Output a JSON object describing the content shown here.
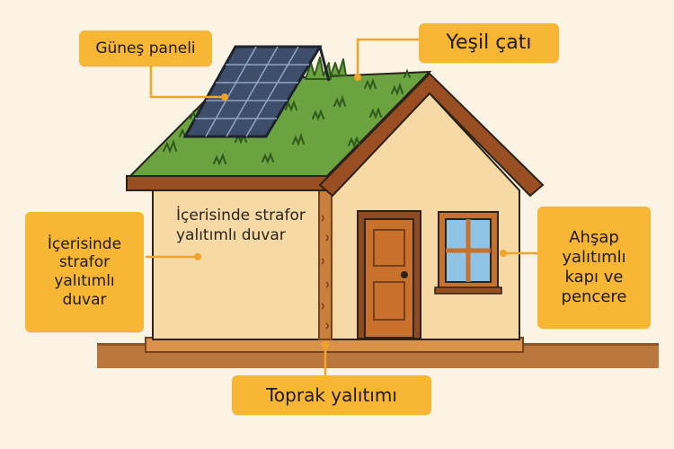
{
  "labels": {
    "solar_panel": "Güneş paneli",
    "green_roof": "Yeşil çatı",
    "wall_insulation": "İçerisinde strafor yalıtımlı duvar",
    "wood_door_window": "Ahşap yalıtımlı kapı ve pencere",
    "soil_insulation": "Toprak yalıtımı"
  },
  "wall_text": "İçerisinde strafor yalıtımlı duvar",
  "colors": {
    "background": "#fbf3e4",
    "label_fill": "#f7b634",
    "wall": "#f7d9a6",
    "roof_green": "#6aa33f",
    "roof_trim": "#9a4f22",
    "door": "#c8712c",
    "solar_panel": "#3e4e6a",
    "ground": "#b9773e"
  },
  "icons": [
    "house-icon",
    "solar-panel-icon",
    "door-icon",
    "window-icon",
    "grass-icon"
  ]
}
